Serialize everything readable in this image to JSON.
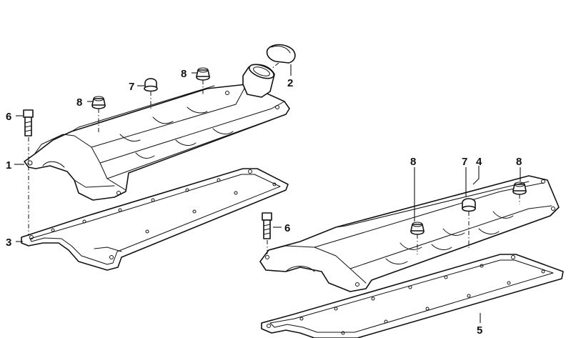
{
  "callouts": {
    "c1": "1",
    "c2": "2",
    "c3": "3",
    "c4": "4",
    "c5": "5",
    "c6a": "6",
    "c6b": "6",
    "c7a": "7",
    "c7b": "7",
    "c8a": "8",
    "c8b": "8",
    "c8c": "8",
    "c8d": "8"
  }
}
